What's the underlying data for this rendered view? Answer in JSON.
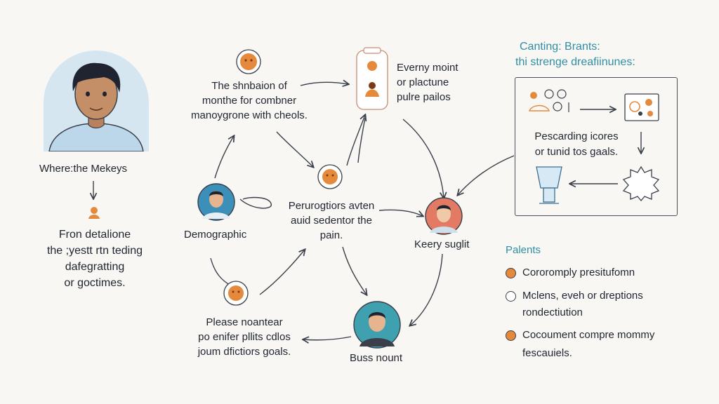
{
  "left": {
    "caption": "Where:the Mekeys",
    "note_lines": [
      "Fron detalione",
      "the ;yestt rtn teding",
      "dafegratting",
      "or goctimes."
    ]
  },
  "cycle": {
    "top_text": [
      "The shnbaion of",
      "monthe for combner",
      "manoygrone with cheols."
    ],
    "top_right_text": [
      "Everny moint",
      "or plactune",
      "pulre pailos"
    ],
    "center_text": [
      "Perurogtiors avten",
      "auid sedentor the",
      "pain."
    ],
    "demographic_label": "Demographic",
    "right_label": "Keery suglit",
    "bottom_label": "Buss nount",
    "bottom_left_text": [
      "Please noantear",
      "po enifer pllits cdlos",
      "joum dfictiors goals."
    ]
  },
  "right_panel": {
    "title_lines": [
      "Canting: Brants:",
      "thi strenge dreafiinunes:"
    ],
    "box_text": [
      "Pescarding icores",
      "or tunid tos gaals."
    ]
  },
  "legend": {
    "title": "Palents",
    "items": [
      {
        "lines": [
          "Cororomply presitufomn"
        ],
        "color": "#e58a3c"
      },
      {
        "lines": [
          "Mclens, eveh or dreptions",
          "rondectiution"
        ],
        "color": "#ffffff"
      },
      {
        "lines": [
          "Cocoument compre mommy",
          "fescauiels."
        ],
        "color": "#e58a3c"
      }
    ]
  },
  "colors": {
    "accent": "#2e8fa6",
    "orange": "#e58a3c",
    "ink": "#1f2430"
  }
}
